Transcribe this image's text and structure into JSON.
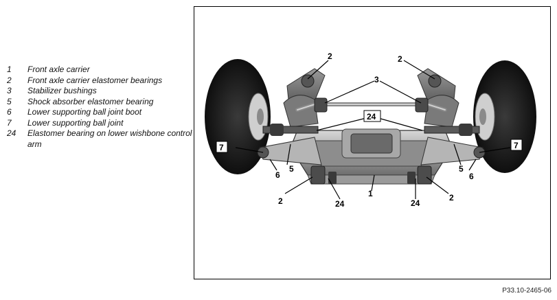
{
  "legend": [
    {
      "number": "1",
      "text": "Front axle carrier"
    },
    {
      "number": "2",
      "text": "Front axle carrier elastomer bearings"
    },
    {
      "number": "3",
      "text": "Stabilizer bushings"
    },
    {
      "number": "5",
      "text": "Shock absorber elastomer bearing"
    },
    {
      "number": "6",
      "text": "Lower supporting ball joint boot"
    },
    {
      "number": "7",
      "text": "Lower supporting ball joint"
    },
    {
      "number": "24",
      "text": "Elastomer bearing on lower wishbone control arm"
    }
  ],
  "callouts": {
    "c2_tl": "2",
    "c2_tr": "2",
    "c2_bl": "2",
    "c2_br": "2",
    "c3": "3",
    "c24_top": "24",
    "c24_bl": "24",
    "c24_br": "24",
    "c1": "1",
    "c5_l": "5",
    "c5_r": "5",
    "c6_l": "6",
    "c6_r": "6",
    "c7_l": "7",
    "c7_r": "7"
  },
  "figure_id": "P33.10-2465-06"
}
